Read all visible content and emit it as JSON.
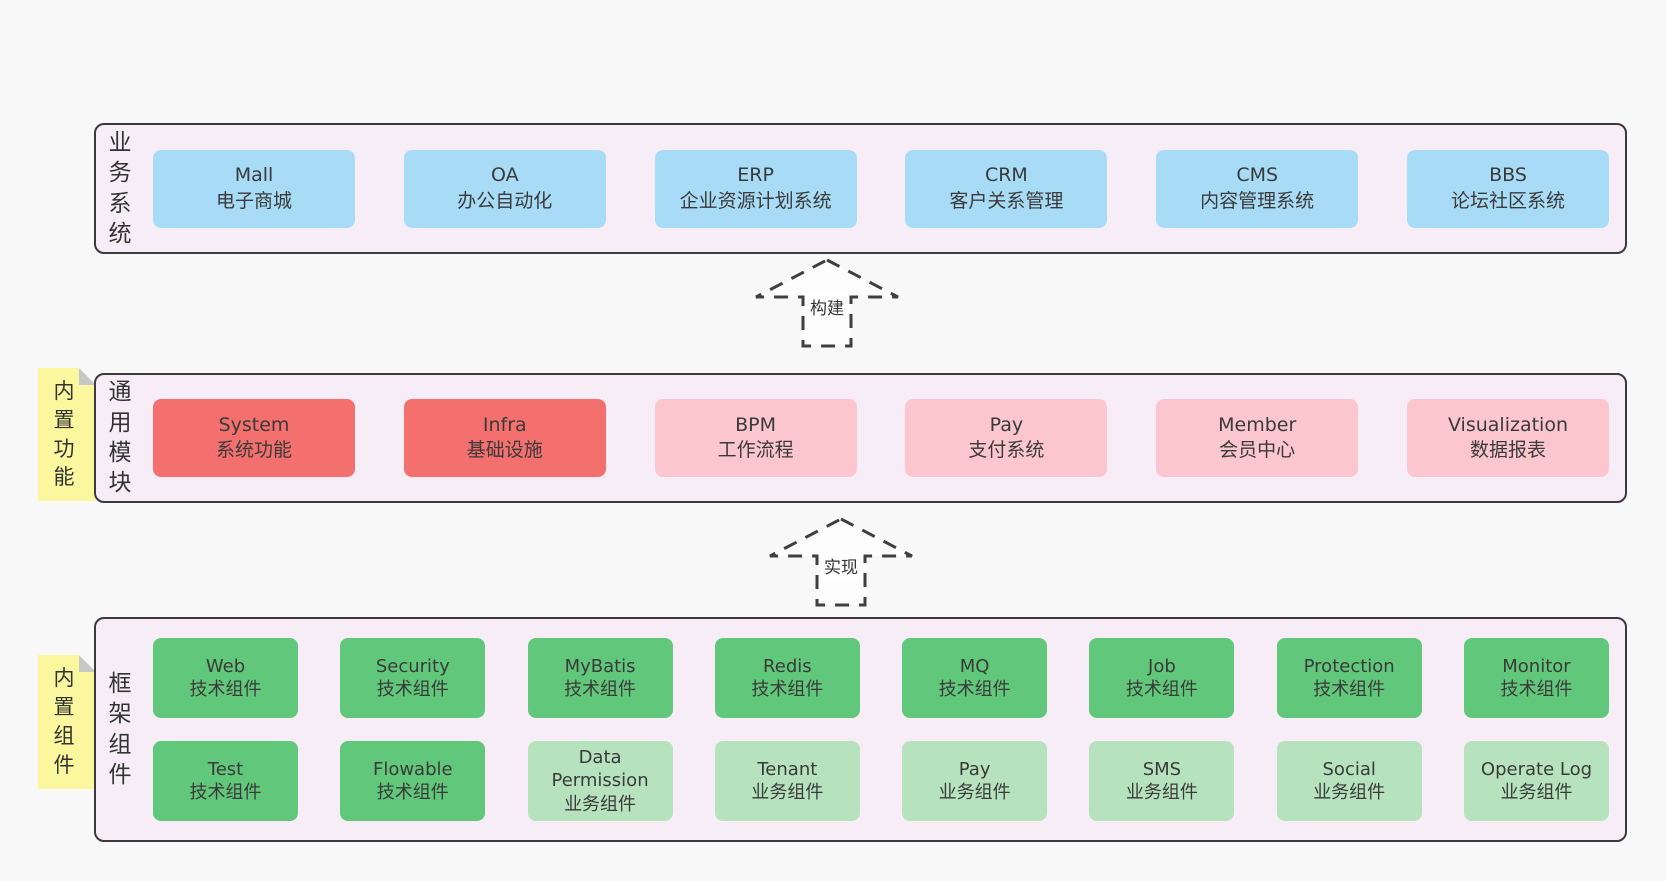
{
  "palette": {
    "page_bg": "#f8f8f8",
    "band_bg": "#f7edf6",
    "band_border": "#3b3b3b",
    "blue": "#a8dbf6",
    "red": "#f3706e",
    "pink": "#fcc6ce",
    "green": "#61c77a",
    "green_light": "#b6e3bd",
    "sticky_yellow": "#faf79e"
  },
  "bands": [
    {
      "side_label": "业务系统",
      "boxes": [
        {
          "name": "Mall",
          "subtitle": "电子商城",
          "color": "blue"
        },
        {
          "name": "OA",
          "subtitle": "办公自动化",
          "color": "blue"
        },
        {
          "name": "ERP",
          "subtitle": "企业资源计划系统",
          "color": "blue"
        },
        {
          "name": "CRM",
          "subtitle": "客户关系管理",
          "color": "blue"
        },
        {
          "name": "CMS",
          "subtitle": "内容管理系统",
          "color": "blue"
        },
        {
          "name": "BBS",
          "subtitle": "论坛社区系统",
          "color": "blue"
        }
      ]
    },
    {
      "side_label": "通用模块",
      "sticky_note": "内置功能",
      "boxes": [
        {
          "name": "System",
          "subtitle": "系统功能",
          "color": "red"
        },
        {
          "name": "Infra",
          "subtitle": "基础设施",
          "color": "red"
        },
        {
          "name": "BPM",
          "subtitle": "工作流程",
          "color": "pink"
        },
        {
          "name": "Pay",
          "subtitle": "支付系统",
          "color": "pink"
        },
        {
          "name": "Member",
          "subtitle": "会员中心",
          "color": "pink"
        },
        {
          "name": "Visualization",
          "subtitle": "数据报表",
          "color": "pink"
        }
      ]
    },
    {
      "side_label": "框架组件",
      "sticky_note": "内置组件",
      "rows": [
        [
          {
            "name": "Web",
            "subtitle": "技术组件",
            "color": "green"
          },
          {
            "name": "Security",
            "subtitle": "技术组件",
            "color": "green"
          },
          {
            "name": "MyBatis",
            "subtitle": "技术组件",
            "color": "green"
          },
          {
            "name": "Redis",
            "subtitle": "技术组件",
            "color": "green"
          },
          {
            "name": "MQ",
            "subtitle": "技术组件",
            "color": "green"
          },
          {
            "name": "Job",
            "subtitle": "技术组件",
            "color": "green"
          },
          {
            "name": "Protection",
            "subtitle": "技术组件",
            "color": "green"
          },
          {
            "name": "Monitor",
            "subtitle": "技术组件",
            "color": "green"
          }
        ],
        [
          {
            "name": "Test",
            "subtitle": "技术组件",
            "color": "green"
          },
          {
            "name": "Flowable",
            "subtitle": "技术组件",
            "color": "green"
          },
          {
            "name": "Data Permission",
            "subtitle": "业务组件",
            "color": "green-light"
          },
          {
            "name": "Tenant",
            "subtitle": "业务组件",
            "color": "green-light"
          },
          {
            "name": "Pay",
            "subtitle": "业务组件",
            "color": "green-light"
          },
          {
            "name": "SMS",
            "subtitle": "业务组件",
            "color": "green-light"
          },
          {
            "name": "Social",
            "subtitle": "业务组件",
            "color": "green-light"
          },
          {
            "name": "Operate Log",
            "subtitle": "业务组件",
            "color": "green-light"
          }
        ]
      ]
    }
  ],
  "arrows": [
    {
      "label": "构建"
    },
    {
      "label": "实现"
    }
  ]
}
